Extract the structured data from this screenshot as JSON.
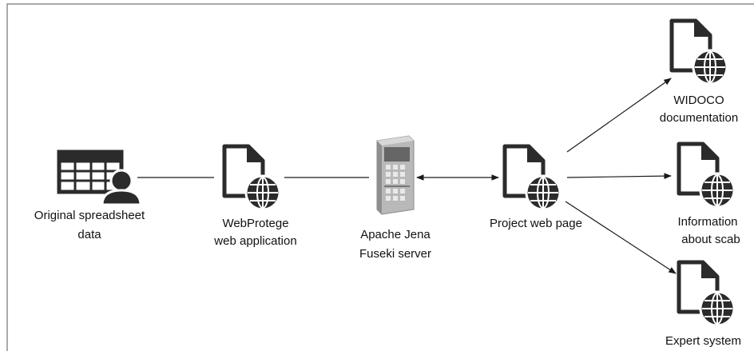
{
  "nodes": {
    "spreadsheet": {
      "icon": "spreadsheet-user-icon",
      "lines": [
        "Original spreadsheet",
        "data"
      ]
    },
    "webprotege": {
      "icon": "web-document-icon",
      "lines": [
        "WebProtege",
        "web application"
      ]
    },
    "fuseki": {
      "icon": "server-rack-icon",
      "lines": [
        "Apache Jena",
        "Fuseki server"
      ]
    },
    "project": {
      "icon": "web-document-icon",
      "lines": [
        "Project web page"
      ]
    },
    "widoco": {
      "icon": "web-document-icon",
      "lines": [
        "WIDOCO",
        "documentation"
      ]
    },
    "information": {
      "icon": "web-document-icon",
      "lines": [
        "Information",
        "about scab"
      ]
    },
    "expert": {
      "icon": "web-document-icon",
      "lines": [
        "Expert system"
      ]
    }
  },
  "edges": [
    {
      "from": "spreadsheet",
      "to": "webprotege",
      "arrow": "none"
    },
    {
      "from": "webprotege",
      "to": "fuseki",
      "arrow": "none"
    },
    {
      "from": "fuseki",
      "to": "project",
      "arrow": "both"
    },
    {
      "from": "project",
      "to": "widoco",
      "arrow": "end"
    },
    {
      "from": "project",
      "to": "information",
      "arrow": "end"
    },
    {
      "from": "project",
      "to": "expert",
      "arrow": "end"
    }
  ],
  "colors": {
    "icon": "#2b2b2b",
    "line": "#1a1a1a",
    "frame": "#555555"
  }
}
